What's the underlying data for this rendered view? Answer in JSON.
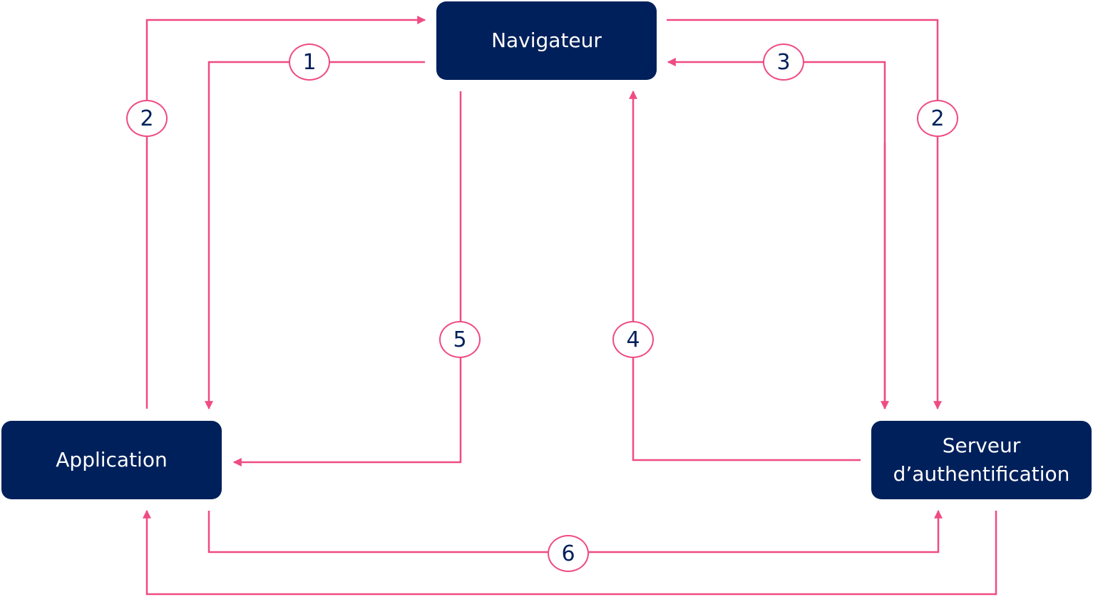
{
  "colors": {
    "node_fill": "#00205b",
    "node_text": "#ffffff",
    "arrow": "#ef4b84",
    "badge_text": "#00205b"
  },
  "nodes": {
    "navigateur": {
      "label": "Navigateur"
    },
    "application": {
      "label": "Application"
    },
    "serveur": {
      "line1": "Serveur",
      "line2": "d’authentification"
    }
  },
  "steps": [
    "1",
    "2",
    "2",
    "3",
    "4",
    "5",
    "6"
  ]
}
